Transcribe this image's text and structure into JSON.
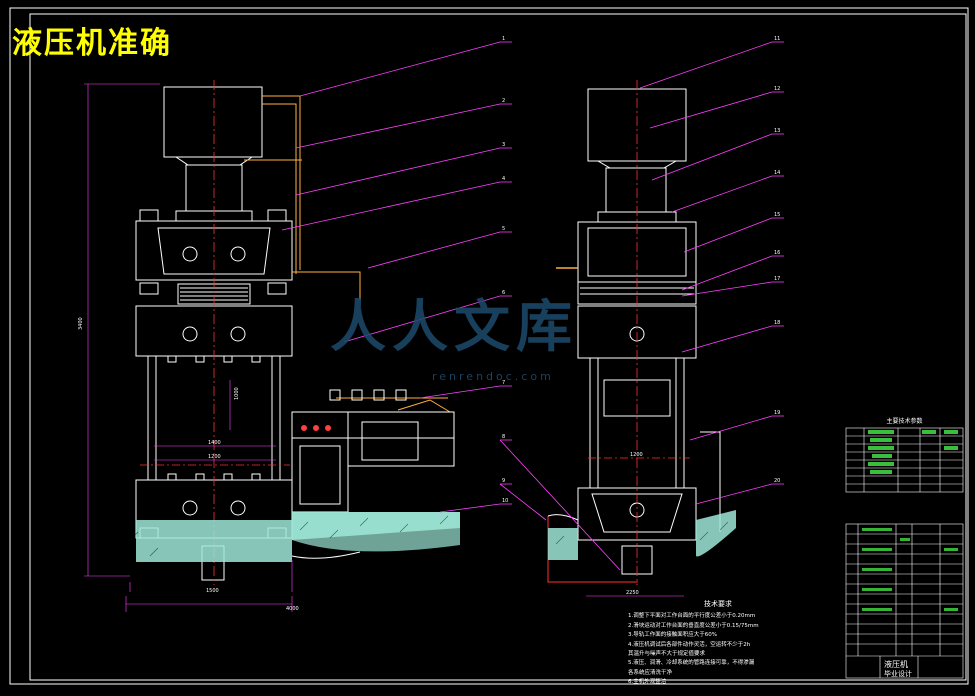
{
  "drawing_title": "液压机准确",
  "watermark": {
    "brand": "人人文库",
    "site": "renrendoc.com"
  },
  "params_table": {
    "title": "主要技术参数"
  },
  "tech_requirements": {
    "title": "技术要求",
    "lines": [
      "1.调整下平面对工作台面的平行度公差小于0.20mm",
      "2.滑块运动对工作台面的垂直度公差小于0.15/75mm",
      "3.导轨工作面的接触面积应大于60%",
      "4.液压机调试后各部件动作灵活，空运转不少于2h",
      "  其温升与噪声不大于规定值要求",
      "5.液压、润滑、冷却系统的管路连接可靠，不得渗漏",
      "  各系统应清洗干净",
      "6.主机外观整洁"
    ]
  },
  "title_block": {
    "part_name": "液压机",
    "design_label": "毕业设计"
  },
  "dims": {
    "height": "3400",
    "width_total": "4000",
    "width_base": "1500",
    "width_side": "2250",
    "inner1": "1400",
    "inner2": "1200",
    "stroke": "1000"
  },
  "leaders_left": [
    "1",
    "2",
    "3",
    "4",
    "5",
    "6",
    "7",
    "8",
    "9",
    "10"
  ],
  "leaders_right": [
    "11",
    "12",
    "13",
    "14",
    "15",
    "16",
    "17",
    "18",
    "19",
    "20"
  ]
}
